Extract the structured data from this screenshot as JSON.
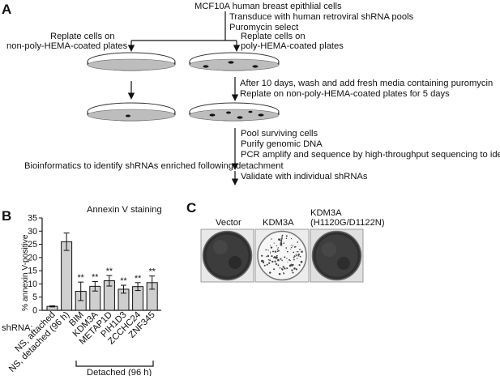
{
  "panelA": {
    "label": "A",
    "source_cells": "MCF10A human breast epithlial cells",
    "step1": [
      "Transduce with human retroviral shRNA pools",
      "Puromycin select"
    ],
    "left_branch": [
      "Replate cells on",
      "non-poly-HEMA-coated plates"
    ],
    "right_branch": [
      "Replate cells on",
      "poly-HEMA-coated plates"
    ],
    "step2": [
      "After 10 days, wash and add fresh media containing puromycin",
      "Replate on non-poly-HEMA-coated plates for 5 days"
    ],
    "step3": [
      "Pool surviving cells",
      "Purify genomic DNA",
      "PCR amplify and sequence by high-throughput sequencing to identify shRNAs"
    ],
    "step4": "Bioinformatics to identify shRNAs enriched following detachment",
    "step5": "Validate with individual shRNAs"
  },
  "panelB": {
    "label": "B",
    "shrna_label": "shRNA:",
    "bracket_label": "Detached (96 h)",
    "chart_data": {
      "type": "bar",
      "title": "Annexin V staining",
      "ylabel": "% annexin V-positive",
      "ylim": [
        0,
        35
      ],
      "yticks": [
        "0",
        "5",
        "10",
        "15",
        "20",
        "25",
        "30",
        "35"
      ],
      "categories": [
        "NS, attached",
        "NS, detached (96 h)",
        "BIM",
        "KDM3A",
        "METAP1D",
        "PIH1D3",
        "ZCCHC24",
        "ZNF345"
      ],
      "values": [
        1.5,
        26,
        7.2,
        9.1,
        11.2,
        8,
        9,
        10.5
      ],
      "errors": [
        0.2,
        3.3,
        3.5,
        1.8,
        2.0,
        1.5,
        1.5,
        2.5
      ],
      "significance": [
        "",
        "",
        "**",
        "**",
        "**",
        "**",
        "**",
        "**"
      ],
      "bar_color": "#cfcfcf"
    }
  },
  "panelC": {
    "label": "C",
    "wells": [
      {
        "label": "Vector",
        "label2": ""
      },
      {
        "label": "KDM3A",
        "label2": ""
      },
      {
        "label": "KDM3A",
        "label2": "(H1120G/D1122N)"
      }
    ]
  }
}
